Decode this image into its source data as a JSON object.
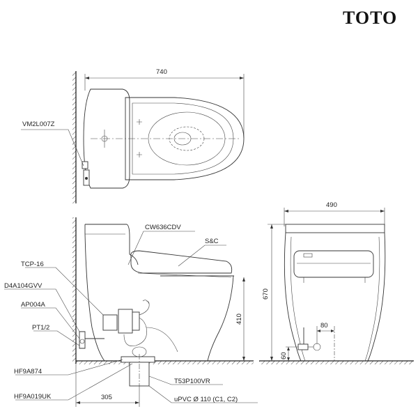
{
  "brand": "TOTO",
  "dimensions": {
    "top_width": "740",
    "front_width": "490",
    "front_height": "670",
    "seat_height": "410",
    "pipe_offset": "80",
    "floor_inlet": "60",
    "rough_in": "305"
  },
  "parts": {
    "valve_top": "VM2L007Z",
    "seat_model": "CW636CDV",
    "seat_type": "S&C",
    "tcp": "TCP-16",
    "d4a": "D4A104GVV",
    "ap": "AP004A",
    "pt": "PT1/2",
    "hf874": "HF9A874",
    "hf019": "HF9A019UK",
    "t53": "T53P100VR",
    "upvc": "uPVC Ø 110 (C1, C2)"
  }
}
